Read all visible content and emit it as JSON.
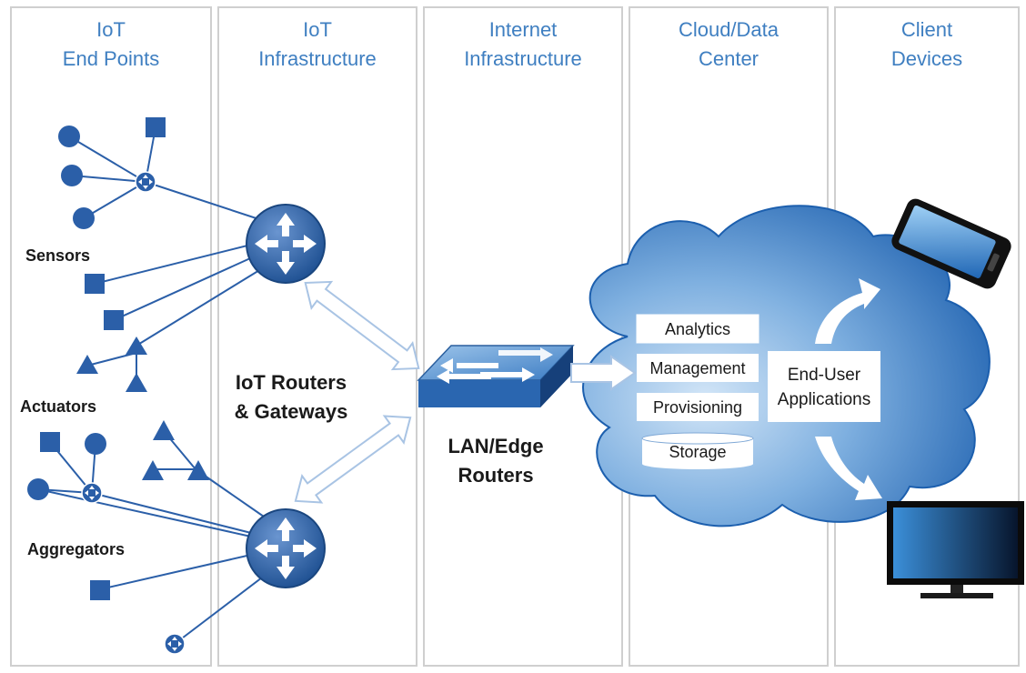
{
  "columns": [
    {
      "line1": "IoT",
      "line2": "End Points"
    },
    {
      "line1": "IoT",
      "line2": "Infrastructure"
    },
    {
      "line1": "Internet",
      "line2": "Infrastructure"
    },
    {
      "line1": "Cloud/Data",
      "line2": "Center"
    },
    {
      "line1": "Client",
      "line2": "Devices"
    }
  ],
  "endpoint_labels": {
    "sensors": "Sensors",
    "actuators": "Actuators",
    "aggregators": "Aggregators"
  },
  "iot_routers": {
    "line1": "IoT Routers",
    "line2": "& Gateways"
  },
  "lan_routers": {
    "line1": "LAN/Edge",
    "line2": "Routers"
  },
  "cloud_services": {
    "analytics": "Analytics",
    "management": "Management",
    "provisioning": "Provisioning",
    "storage": "Storage"
  },
  "end_user_apps": {
    "line1": "End-User",
    "line2": "Applications"
  },
  "colors": {
    "accent_blue": "#2b5fa8",
    "title_blue": "#3f7fc1",
    "cloud_light": "#b9d6f2",
    "cloud_dark": "#1c5fae",
    "column_border": "#cfcfcf"
  },
  "icons": [
    "circle-sensor",
    "square-sensor",
    "triangle-actuator",
    "aggregator-node",
    "router-icon",
    "switch-icon",
    "cloud-icon",
    "smartphone-icon",
    "monitor-icon"
  ]
}
